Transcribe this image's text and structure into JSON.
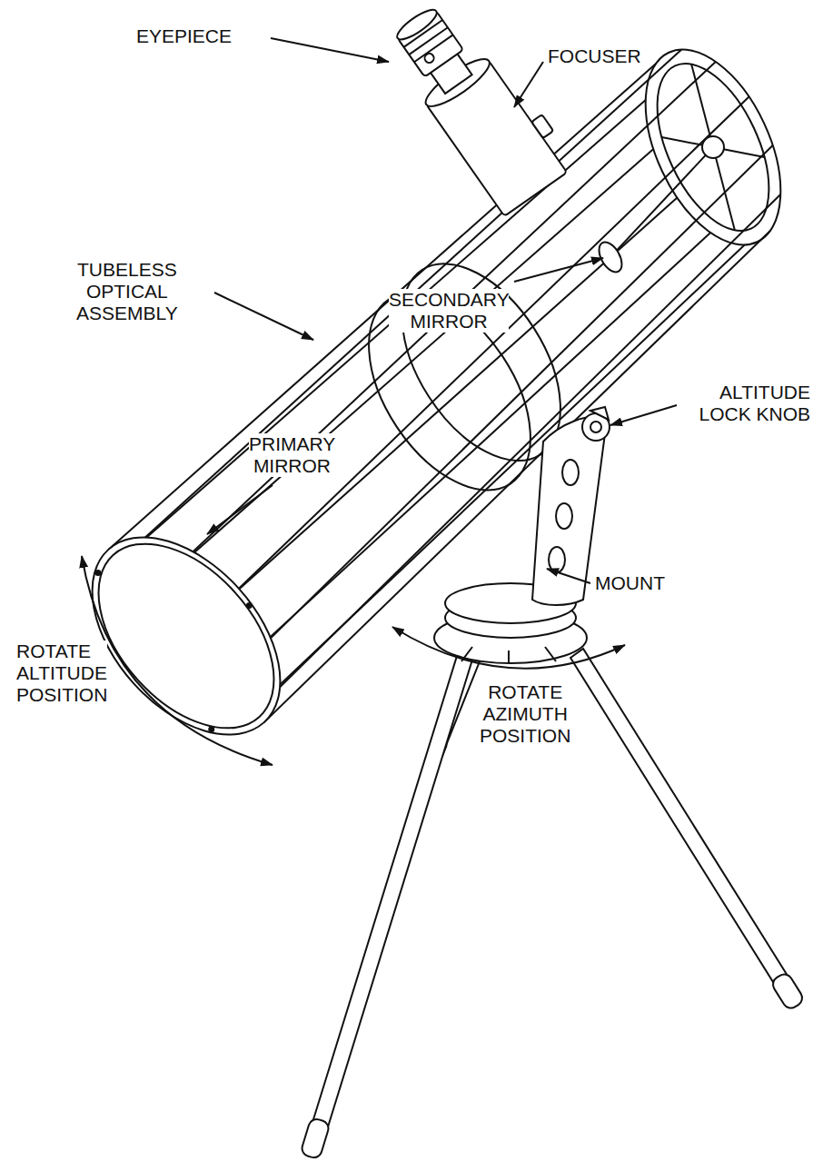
{
  "diagram": {
    "labels": [
      "EYEPIECE",
      "FOCUSER",
      "TUBELESS OPTICAL ASSEMBLY",
      "SECONDARY MIRROR",
      "ALTITUDE LOCK KNOB",
      "PRIMARY MIRROR",
      "MOUNT",
      "ROTATE ALTITUDE POSITION",
      "ROTATE AZIMUTH POSITION"
    ]
  }
}
